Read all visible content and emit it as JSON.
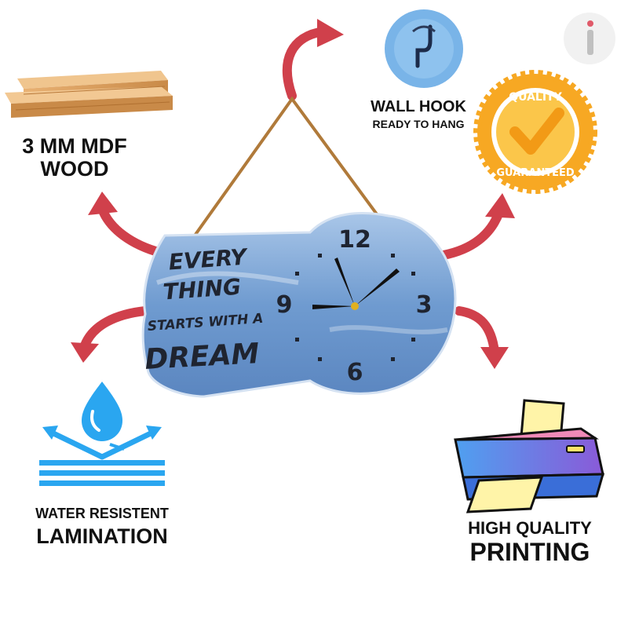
{
  "features": {
    "wood": {
      "line1": "3 MM MDF",
      "line2": "WOOD"
    },
    "hook": {
      "line1": "WALL HOOK",
      "line2": "READY TO HANG"
    },
    "water": {
      "line1": "WATER RESISTENT",
      "line2": "LAMINATION"
    },
    "printing": {
      "line1": "HIGH QUALITY",
      "line2": "PRINTING"
    }
  },
  "quality_badge": {
    "top_text": "QUALITY",
    "bottom_text": "GUARANTEED"
  },
  "clock": {
    "quote": [
      "EVERY",
      "THING",
      "STARTS WITH A",
      "DREAM"
    ],
    "numerals": {
      "twelve": "12",
      "three": "3",
      "six": "6",
      "nine": "9"
    }
  },
  "info_badge_glyph": "i",
  "icons": [
    "wood-planks-icon",
    "wall-hook-icon",
    "quality-guaranteed-icon",
    "water-drop-icon",
    "printer-icon",
    "info-icon"
  ],
  "colors": {
    "arrow": "#d0404b",
    "badge_gold": "#f7a823",
    "clock_blue": "#6f9bd0",
    "hook_blue": "#79b4e8",
    "water_blue": "#2aa6f0"
  }
}
